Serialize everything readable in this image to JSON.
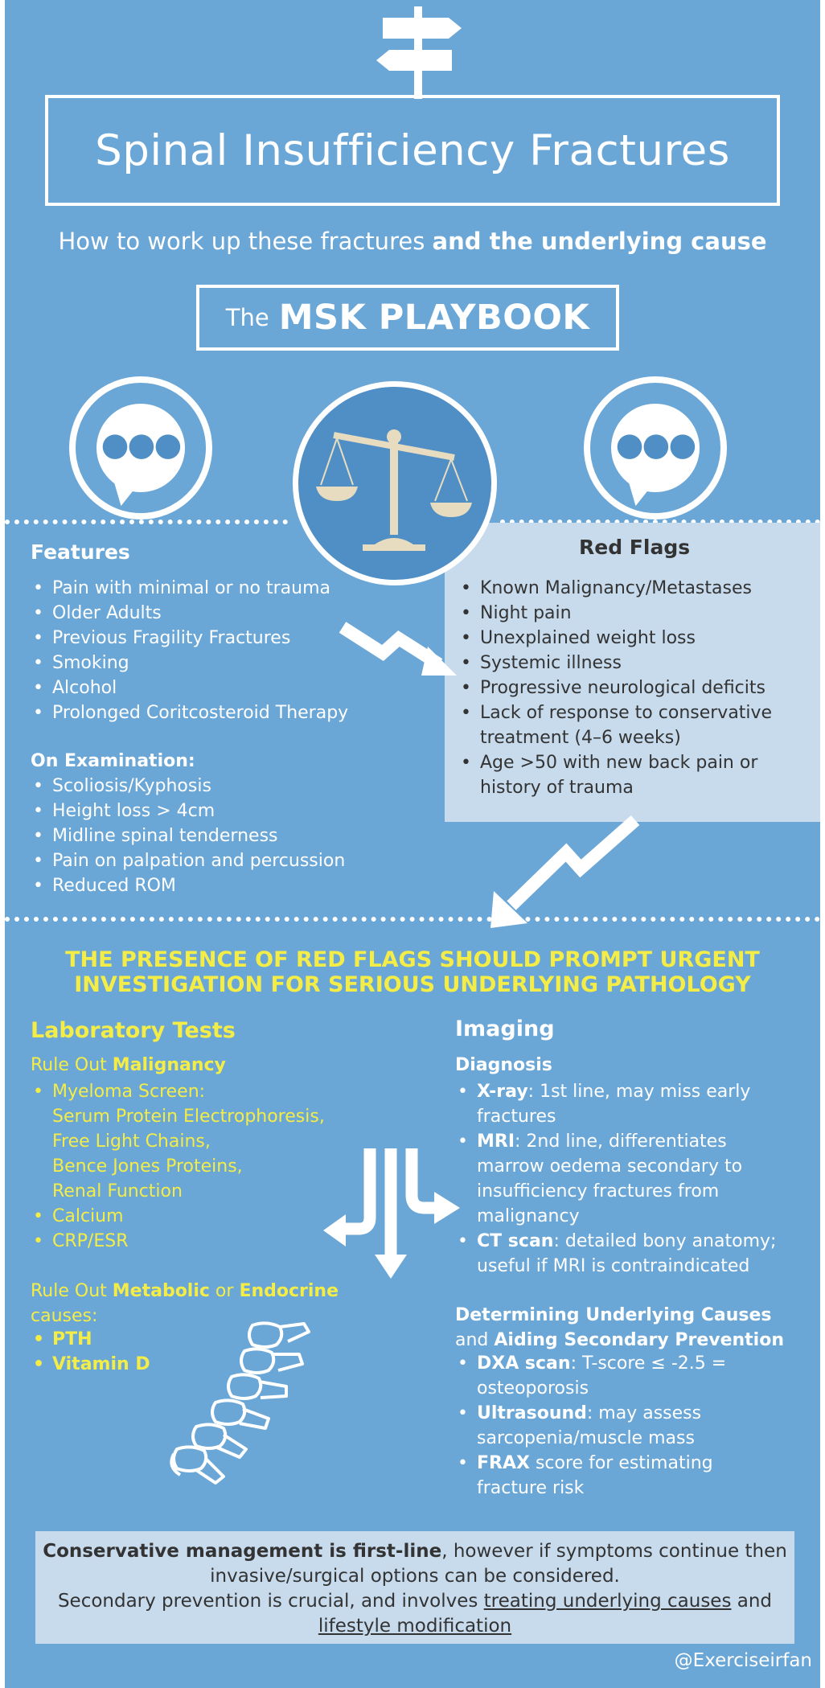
{
  "header": {
    "title": "Spinal Insufficiency Fractures",
    "subtitle_regular": "How to work up these fractures ",
    "subtitle_bold": "and the underlying cause",
    "brand_prefix": "The",
    "brand_name": "MSK PLAYBOOK"
  },
  "colors": {
    "background": "#6aa6d6",
    "panel": "#c7dbed",
    "accent_yellow": "#f4ed48",
    "dark_circle": "#4f8fc6"
  },
  "icons": [
    "signpost-icon",
    "chat-bubble-icon",
    "scales-icon",
    "zigzag-arrow-icon",
    "split-arrows-icon",
    "spine-icon"
  ],
  "features": {
    "heading": "Features",
    "items": [
      "Pain with minimal or no trauma",
      "Older Adults",
      "Previous Fragility Fractures",
      "Smoking",
      "Alcohol",
      "Prolonged Coritcosteroid Therapy"
    ]
  },
  "examination": {
    "heading": "On Examination:",
    "items": [
      "Scoliosis/Kyphosis",
      "Height loss > 4cm",
      "Midline spinal tenderness",
      "Pain on palpation and percussion",
      "Reduced ROM"
    ]
  },
  "red_flags": {
    "heading": "Red Flags",
    "items": [
      "Known Malignancy/Metastases",
      "Night pain",
      "Unexplained weight loss",
      "Systemic illness",
      "Progressive neurological deficits",
      "Lack of response to conservative treatment (4–6 weeks)",
      "Age >50 with new back pain or history of trauma"
    ]
  },
  "urgent": {
    "line1": "THE PRESENCE OF RED FLAGS SHOULD PROMPT URGENT",
    "line2": "INVESTIGATION FOR SERIOUS UNDERLYING PATHOLOGY"
  },
  "lab_tests": {
    "heading": "Laboratory Tests",
    "malignancy_prefix": "Rule Out ",
    "malignancy_bold": "Malignancy",
    "malignancy_items": [
      "Myeloma Screen:",
      "Calcium",
      "CRP/ESR"
    ],
    "myeloma_subitems": [
      "Serum Protein Electrophoresis,",
      "Free Light Chains,",
      "Bence Jones Proteins,",
      "Renal Function"
    ],
    "metabolic_prefix": "Rule Out ",
    "metabolic_bold1": "Metabolic",
    "metabolic_or": " or ",
    "metabolic_bold2": "Endocrine",
    "metabolic_suffix": "causes:",
    "metabolic_items": [
      "PTH",
      "Vitamin D"
    ]
  },
  "imaging": {
    "heading": "Imaging",
    "diagnosis_heading": "Diagnosis",
    "diagnosis_items": [
      {
        "bold": "X-ray",
        "text": ": 1st line, may miss early fractures"
      },
      {
        "bold": "MRI",
        "text": ": 2nd line, differentiates marrow oedema secondary to insufficiency fractures from malignancy"
      },
      {
        "bold": "CT scan",
        "text": ": detailed bony anatomy; useful if MRI is contraindicated"
      }
    ],
    "causes_heading_bold1": "Determining Underlying Causes",
    "causes_heading_and": "and ",
    "causes_heading_bold2": "Aiding Secondary Prevention",
    "causes_items": [
      {
        "bold": "DXA scan",
        "text": ": T-score ≤ -2.5 = osteoporosis"
      },
      {
        "bold": "Ultrasound",
        "text": ": may assess sarcopenia/muscle mass"
      },
      {
        "bold": "FRAX",
        "text": " score for estimating fracture risk"
      }
    ]
  },
  "conclusion": {
    "bold": "Conservative management is first-line",
    "line1_rest": ", however if symptoms continue then",
    "line2": "invasive/surgical options can be considered.",
    "line3_start": "Secondary prevention is crucial, and involves ",
    "line3_underline": "treating underlying causes",
    "line3_and": " and",
    "line4_underline": "lifestyle modification"
  },
  "handle": "@Exerciseirfan"
}
